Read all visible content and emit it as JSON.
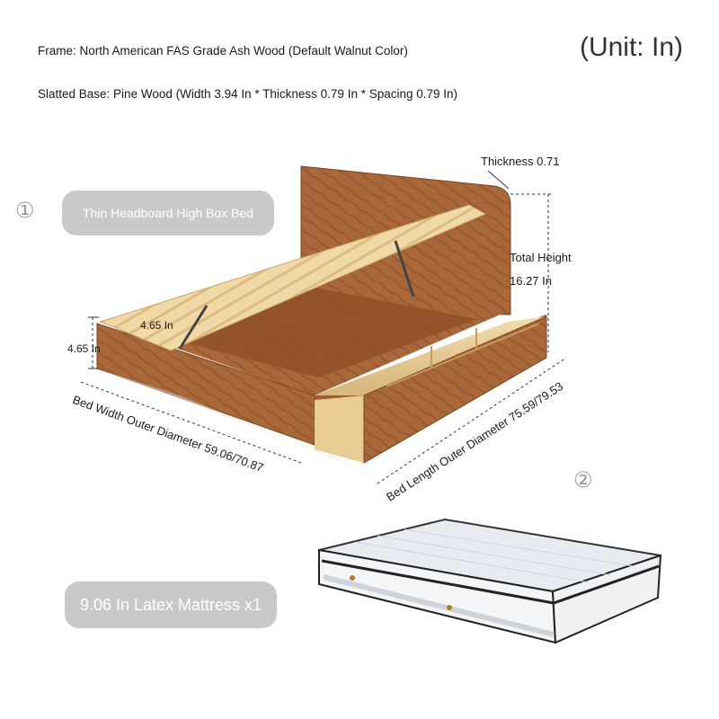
{
  "specs": {
    "frame": "Frame: North American FAS Grade Ash Wood (Default Walnut Color)",
    "base": "Slatted Base: Pine Wood (Width 3.94 In * Thickness 0.79 In * Spacing 0.79 In)",
    "unit": "(Unit: In)"
  },
  "item1": {
    "number": "①",
    "label": "Thin Headboard High Box Bed"
  },
  "item2": {
    "number": "②",
    "label": "9.06 In Latex Mattress x1"
  },
  "dimensions": {
    "thickness": "Thickness 0.71",
    "total_height_label": "Total Height",
    "total_height_value": "16.27 In",
    "slat_gap": "4.65 In",
    "side_height": "4.65 In",
    "width": "Bed Width Outer Diameter 59.06/70.87",
    "length": "Bed Length Outer Diameter 75.59/79.53"
  },
  "colors": {
    "wood": "#a8683a",
    "pill": "#c9c9c9",
    "mattress": "#eef1f4"
  }
}
